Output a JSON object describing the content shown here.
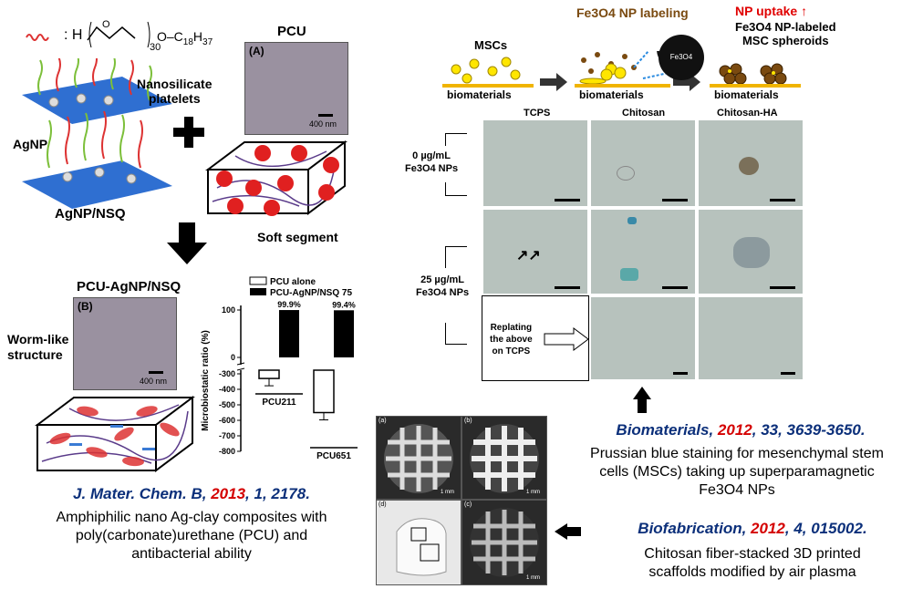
{
  "left_panel": {
    "formula_lhs": "H",
    "formula_sub": "30",
    "formula_rhs": "O–C",
    "formula_c18": "18",
    "formula_h37": "H",
    "formula_37": "37",
    "label_nanosilicate": "Nanosilicate",
    "label_platelets": "platelets",
    "label_agnp": "AgNP",
    "label_agnp_nsq": "AgNP/NSQ",
    "pcu_title": "PCU",
    "pcu_panel": "(A)",
    "pcu_scale": "400 nm",
    "soft_segment": "Soft segment",
    "composite_title": "PCU-AgNP/NSQ",
    "composite_panel": "(B)",
    "composite_scale": "400 nm",
    "worm_label_1": "Worm-like",
    "worm_label_2": "structure"
  },
  "chart_data": {
    "type": "bar",
    "ylabel": "Microbiostatic ratio (%)",
    "legend": [
      "PCU alone",
      "PCU-AgNP/NSQ 75"
    ],
    "categories": [
      "PCU211",
      "PCU651"
    ],
    "series": [
      {
        "name": "PCU alone",
        "values": [
          -330,
          -550
        ]
      },
      {
        "name": "PCU-AgNP/NSQ 75",
        "values": [
          99.9,
          99.4
        ]
      }
    ],
    "data_labels": [
      "99.9%",
      "99.4%"
    ],
    "yticks": [
      "100",
      "0",
      "-300",
      "-400",
      "-500",
      "-600",
      "-700",
      "-800"
    ]
  },
  "citation_left": {
    "journal": "J. Mater. Chem. B",
    "year": "2013",
    "rest": ", 1, 2178.",
    "desc_1": "Amphiphilic nano Ag-clay composites with",
    "desc_2": "poly(carbonate)urethane (PCU) and",
    "desc_3": "antibacterial ability"
  },
  "right_top": {
    "fe3o4_labeling": "Fe3O4 NP labeling",
    "np_uptake": "NP uptake ↑",
    "fe3o4_labeled_1": "Fe3O4 NP-labeled",
    "fe3o4_labeled_2": "MSC spheroids",
    "mscs": "MSCs",
    "biomaterials": "biomaterials",
    "fe3o4_small": "Fe3O4"
  },
  "grid": {
    "cols": [
      "TCPS",
      "Chitosan",
      "Chitosan-HA"
    ],
    "row1_a": "0 µg/mL",
    "row1_b": "Fe3O4 NPs",
    "row2_a": "25 µg/mL",
    "row2_b": "Fe3O4 NPs",
    "replating": [
      "Replating",
      "the above",
      "on TCPS"
    ]
  },
  "citation_right1": {
    "journal": "Biomaterials",
    "year": "2012",
    "rest": ", 33, 3639-3650.",
    "desc_1": "Prussian blue staining for mesenchymal stem",
    "desc_2": "cells (MSCs) taking up superparamagnetic",
    "desc_3": "Fe3O4 NPs"
  },
  "citation_right2": {
    "journal": "Biofabrication",
    "year": "2012",
    "rest": ", 4, 015002.",
    "desc_1": "Chitosan fiber-stacked 3D printed",
    "desc_2": "scaffolds modified by air plasma"
  },
  "sem_panels": [
    "(a)",
    "(b)",
    "(d)",
    "(c)"
  ],
  "sem_scale": "1 mm"
}
